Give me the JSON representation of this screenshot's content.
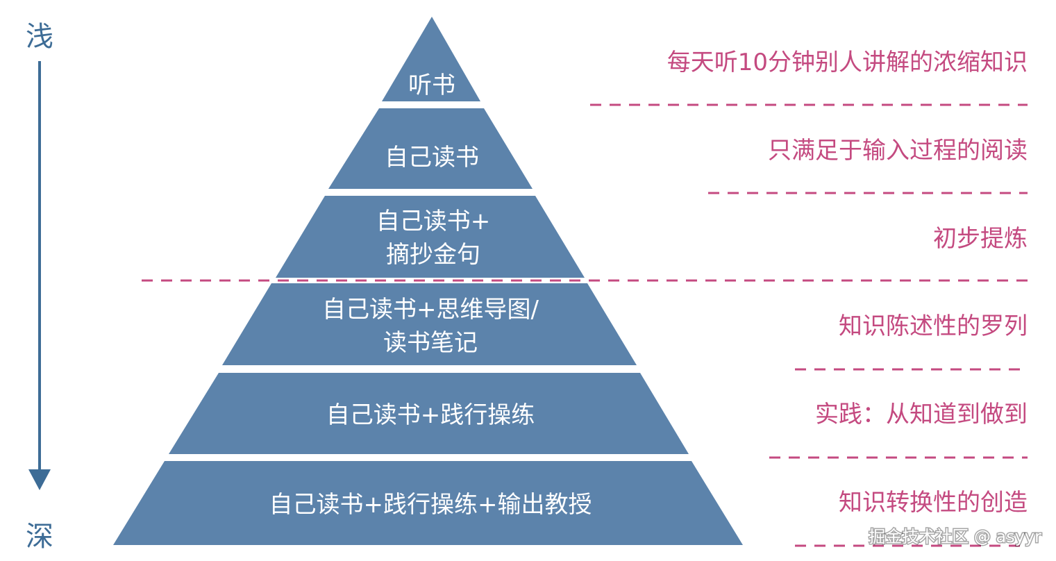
{
  "axis": {
    "top_label": "浅",
    "bottom_label": "深"
  },
  "levels": [
    {
      "lines": [
        "听书"
      ]
    },
    {
      "lines": [
        "自己读书"
      ]
    },
    {
      "lines": [
        "自己读书+",
        "摘抄金句"
      ]
    },
    {
      "lines": [
        "自己读书+思维导图/",
        "读书笔记"
      ]
    },
    {
      "lines": [
        "自己读书+践行操练"
      ]
    },
    {
      "lines": [
        "自己读书+践行操练+输出教授"
      ]
    }
  ],
  "descriptions": [
    "每天听10分钟别人讲解的浓缩知识",
    "只满足于输入过程的阅读",
    "初步提炼",
    "知识陈述性的罗列",
    "实践：从知道到做到",
    "知识转换性的创造"
  ],
  "watermark": "掘金技术社区 @ asyyr",
  "colors": {
    "pyramid": "#5c83ab",
    "accent": "#c44a80",
    "arrow": "#3d6c96"
  }
}
